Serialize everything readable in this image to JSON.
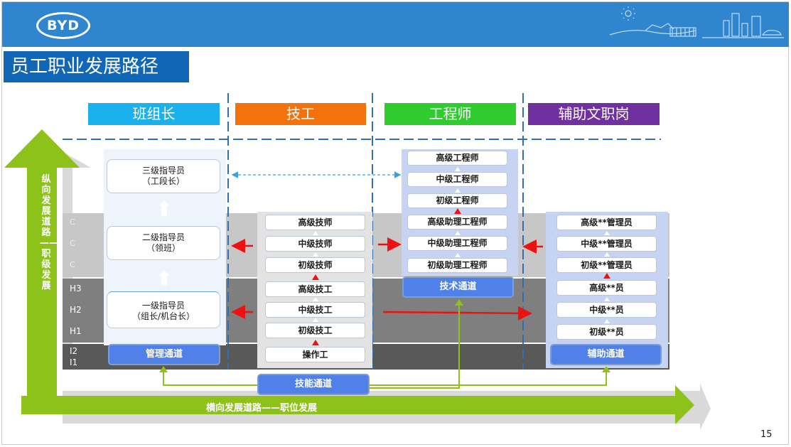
{
  "header": {
    "logo_text": "BYD"
  },
  "page_title": "员工职业发展路径",
  "categories": [
    {
      "label": "班组长",
      "color": "#1ab1ec"
    },
    {
      "label": "技工",
      "color": "#f4720c"
    },
    {
      "label": "工程师",
      "color": "#2fcb2f"
    },
    {
      "label": "辅助文职岗",
      "color": "#7030a0"
    }
  ],
  "vertical_axis": {
    "label": "纵向发展道路——职级发展"
  },
  "horizontal_axis": {
    "label": "横向发展道路——职位发展"
  },
  "row_labels": [
    "H3",
    "H2",
    "H1",
    "I2",
    "I1"
  ],
  "team_leader": {
    "levels": [
      {
        "line1": "三级指导员",
        "line2": "（工段长）"
      },
      {
        "line1": "二级指导员",
        "line2": "（领班）"
      },
      {
        "line1": "一级指导员",
        "line2": "（组长/机台长）"
      }
    ],
    "channel": "管理通道"
  },
  "technician": {
    "levels": [
      "高级技师",
      "中级技师",
      "初级技师",
      "高级技工",
      "中级技工",
      "初级技工",
      "操作工"
    ],
    "channel": "技能通道"
  },
  "engineer": {
    "levels": [
      "高级工程师",
      "中级工程师",
      "初级工程师",
      "高级助理工程师",
      "中级助理工程师",
      "初级助理工程师"
    ],
    "channel": "技术通道"
  },
  "support": {
    "levels": [
      "高级**管理员",
      "中级**管理员",
      "初级**管理员",
      "高级**员",
      "中级**员",
      "初级**员"
    ],
    "channel": "辅助通道"
  },
  "colors": {
    "header": "#2f86cf",
    "title_bg": "#1166b5",
    "axis_green": "#8cc21a",
    "channel_blue": "#4f81e8",
    "arrow_red": "#ee1111",
    "dash_blue": "#2f6fb4"
  },
  "page_number": "15"
}
